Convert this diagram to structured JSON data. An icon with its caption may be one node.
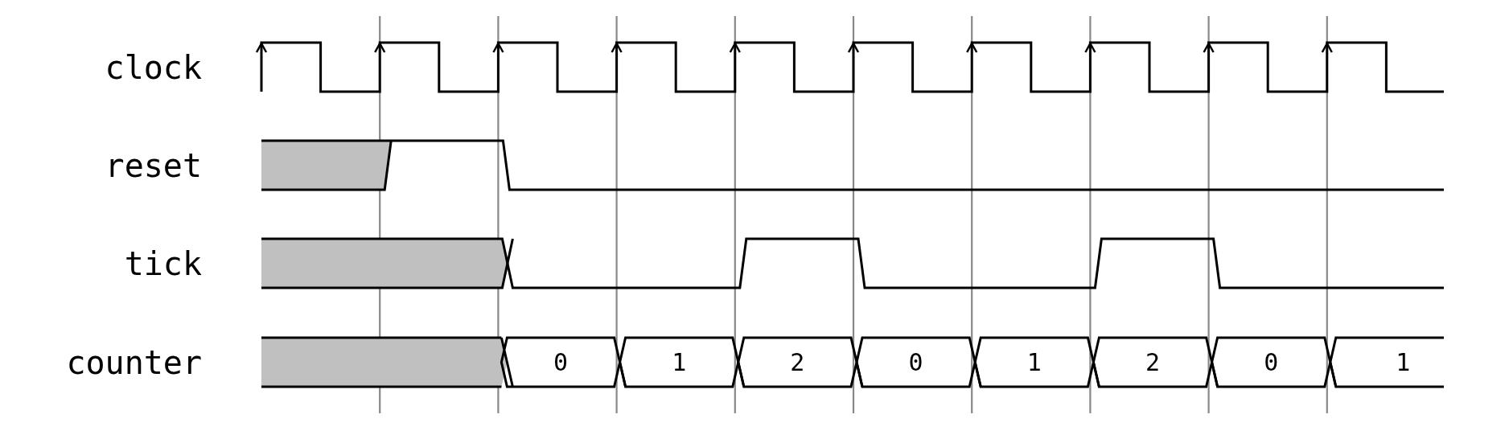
{
  "diagram": {
    "labels": [
      "clock",
      "reset",
      "tick",
      "counter",
      "0",
      "1",
      "2",
      "0",
      "1",
      "2",
      "0",
      "1"
    ]
  }
}
